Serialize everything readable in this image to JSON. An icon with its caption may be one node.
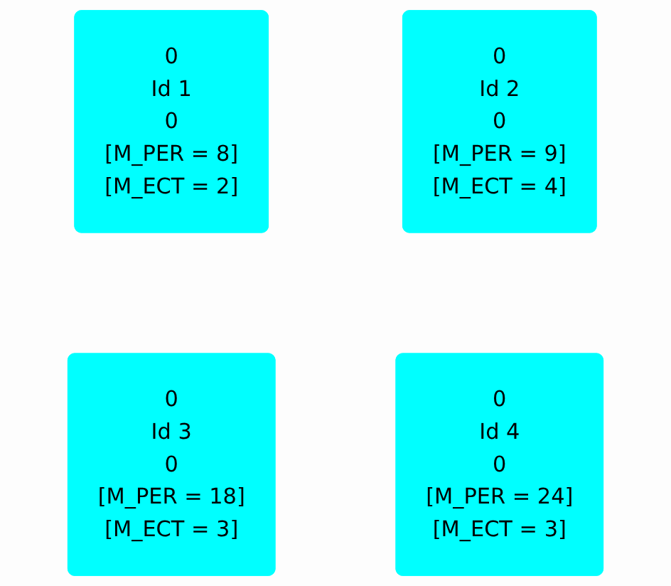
{
  "diagram": {
    "nodes": [
      {
        "text": [
          "0",
          "Id 1",
          "0",
          "[M_PER = 8]",
          "[M_ECT = 2]"
        ]
      },
      {
        "text": [
          "0",
          "Id 2",
          "0",
          "[M_PER = 9]",
          "[M_ECT = 4]"
        ]
      },
      {
        "text": [
          "0",
          "Id 3",
          "0",
          "[M_PER = 18]",
          "[M_ECT = 3]"
        ]
      },
      {
        "text": [
          "0",
          "Id 4",
          "0",
          "[M_PER = 24]",
          "[M_ECT = 3]"
        ]
      }
    ]
  }
}
